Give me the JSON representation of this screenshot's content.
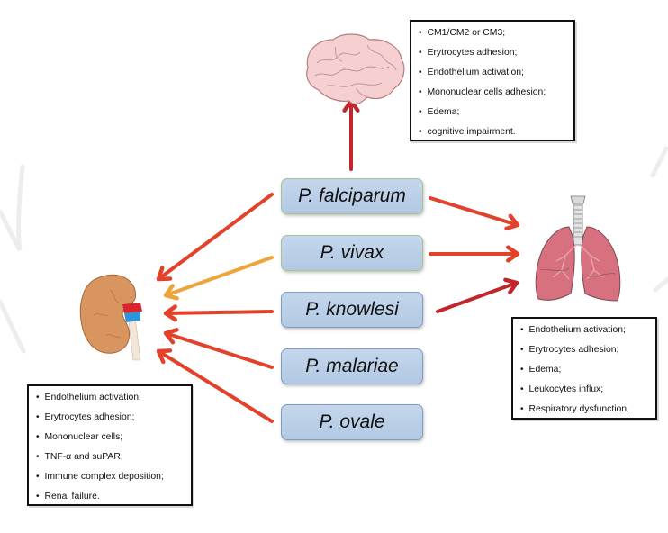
{
  "species": [
    {
      "id": "falciparum",
      "label": "P. falciparum",
      "border": "green"
    },
    {
      "id": "vivax",
      "label": "P. vivax",
      "border": "green"
    },
    {
      "id": "knowlesi",
      "label": "P. knowlesi",
      "border": "blue"
    },
    {
      "id": "malariae",
      "label": "P. malariae",
      "border": "blue"
    },
    {
      "id": "ovale",
      "label": "P. ovale",
      "border": "blue"
    }
  ],
  "organs": {
    "brain": {
      "name": "Brain",
      "effects": [
        "CM1/CM2 or CM3;",
        "Erytrocytes adhesion;",
        "Endothelium activation;",
        "Mononuclear cells adhesion;",
        "Edema;",
        "cognitive impairment."
      ]
    },
    "lungs": {
      "name": "Lungs",
      "effects": [
        "Endothelium activation;",
        "Erytrocytes adhesion;",
        "Edema;",
        "Leukocytes influx;",
        "Respiratory dysfunction."
      ]
    },
    "kidney": {
      "name": "Kidney",
      "effects": [
        "Endothelium activation;",
        "Erytrocytes adhesion;",
        "Mononuclear cells;",
        "TNF-α and suPAR;",
        "Immune complex deposition;",
        "Renal failure."
      ]
    }
  },
  "links": [
    {
      "from": "falciparum",
      "to": "brain",
      "color": "#c0262b"
    },
    {
      "from": "falciparum",
      "to": "lungs",
      "color": "#e2412a"
    },
    {
      "from": "falciparum",
      "to": "kidney",
      "color": "#e2412a"
    },
    {
      "from": "vivax",
      "to": "lungs",
      "color": "#e2412a"
    },
    {
      "from": "vivax",
      "to": "kidney",
      "color": "#eda43a"
    },
    {
      "from": "knowlesi",
      "to": "lungs",
      "color": "#c0262b"
    },
    {
      "from": "knowlesi",
      "to": "kidney",
      "color": "#e2412a"
    },
    {
      "from": "malariae",
      "to": "kidney",
      "color": "#e2412a"
    },
    {
      "from": "ovale",
      "to": "kidney",
      "color": "#e2412a"
    }
  ],
  "colors": {
    "box_fill": "#b9cee7",
    "arrow_red": "#e2412a",
    "arrow_dark_red": "#c0262b",
    "arrow_orange": "#eda43a"
  }
}
